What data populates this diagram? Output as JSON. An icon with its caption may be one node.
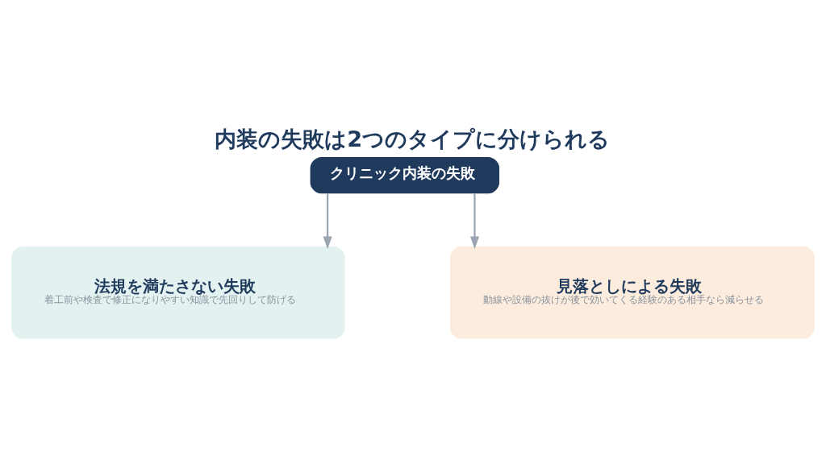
{
  "diagram": {
    "title": "内装の失敗は2つのタイプに分けられる",
    "nodes": [
      {
        "text": [
          "クリニック内装の失敗"
        ]
      },
      {
        "text": [
          "法規を満たさない失敗",
          "着工前や検査で修正になりやすい知識で先回りして防げる"
        ]
      },
      {
        "text": [
          "見落としによる失敗",
          "動線や設備の抜けが後で効いてくる経験のある相手なら減らせる"
        ]
      }
    ],
    "edges": [
      {
        "from": 0,
        "to": 1,
        "arrow": "to"
      },
      {
        "from": 0,
        "to": 2,
        "arrow": "to"
      }
    ]
  }
}
